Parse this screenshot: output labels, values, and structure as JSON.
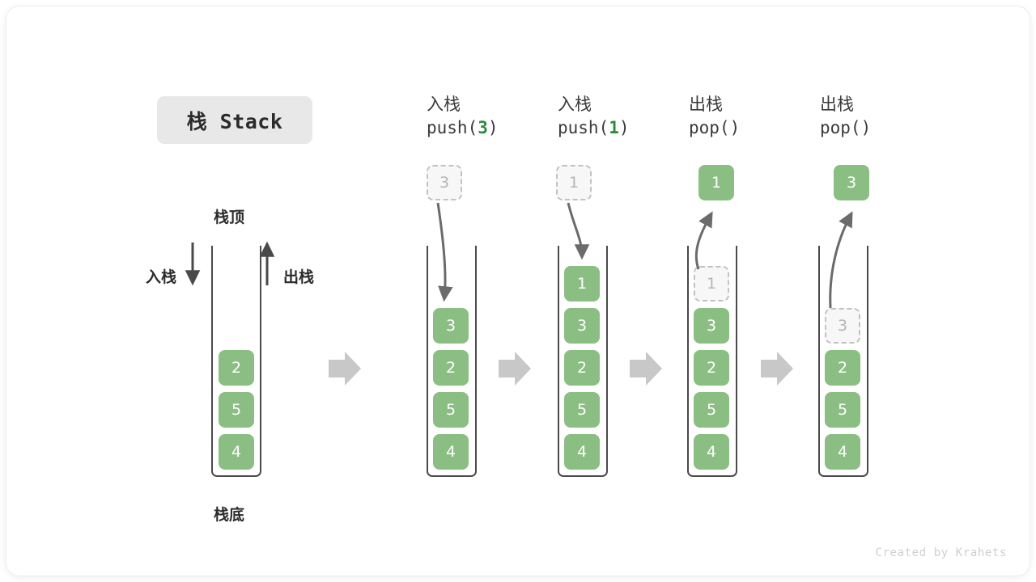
{
  "diagram": {
    "title": "栈 Stack",
    "watermark": "Created by Krahets",
    "accent_green": "#8bbe83",
    "accent_green_text": "#2e8b3d",
    "ghost_fill": "#f7f7f7",
    "ghost_border": "#c2c2c2",
    "stroke_dark": "#4a4a4a",
    "step_arrow_color": "#c8c8c8"
  },
  "initial_stack": {
    "top_label": "栈顶",
    "bottom_label": "栈底",
    "push_label": "入栈",
    "pop_label": "出栈",
    "items": [
      "2",
      "5",
      "4"
    ]
  },
  "steps": [
    {
      "cn": "入栈",
      "code_prefix": "push(",
      "code_arg": "3",
      "code_suffix": ")",
      "floating_node": {
        "value": "3",
        "state": "ghost",
        "position": "above"
      },
      "items": [
        {
          "value": "3",
          "state": "filled"
        },
        {
          "value": "2",
          "state": "filled"
        },
        {
          "value": "5",
          "state": "filled"
        },
        {
          "value": "4",
          "state": "filled"
        }
      ]
    },
    {
      "cn": "入栈",
      "code_prefix": "push(",
      "code_arg": "1",
      "code_suffix": ")",
      "floating_node": {
        "value": "1",
        "state": "ghost",
        "position": "above"
      },
      "items": [
        {
          "value": "1",
          "state": "filled"
        },
        {
          "value": "3",
          "state": "filled"
        },
        {
          "value": "2",
          "state": "filled"
        },
        {
          "value": "5",
          "state": "filled"
        },
        {
          "value": "4",
          "state": "filled"
        }
      ]
    },
    {
      "cn": "出栈",
      "code_prefix": "pop(",
      "code_arg": "",
      "code_suffix": ")",
      "floating_node": {
        "value": "1",
        "state": "filled",
        "position": "above"
      },
      "items": [
        {
          "value": "1",
          "state": "ghost"
        },
        {
          "value": "3",
          "state": "filled"
        },
        {
          "value": "2",
          "state": "filled"
        },
        {
          "value": "5",
          "state": "filled"
        },
        {
          "value": "4",
          "state": "filled"
        }
      ]
    },
    {
      "cn": "出栈",
      "code_prefix": "pop(",
      "code_arg": "",
      "code_suffix": ")",
      "floating_node": {
        "value": "3",
        "state": "filled",
        "position": "above"
      },
      "items": [
        {
          "value": "3",
          "state": "ghost"
        },
        {
          "value": "2",
          "state": "filled"
        },
        {
          "value": "5",
          "state": "filled"
        },
        {
          "value": "4",
          "state": "filled"
        }
      ]
    }
  ]
}
